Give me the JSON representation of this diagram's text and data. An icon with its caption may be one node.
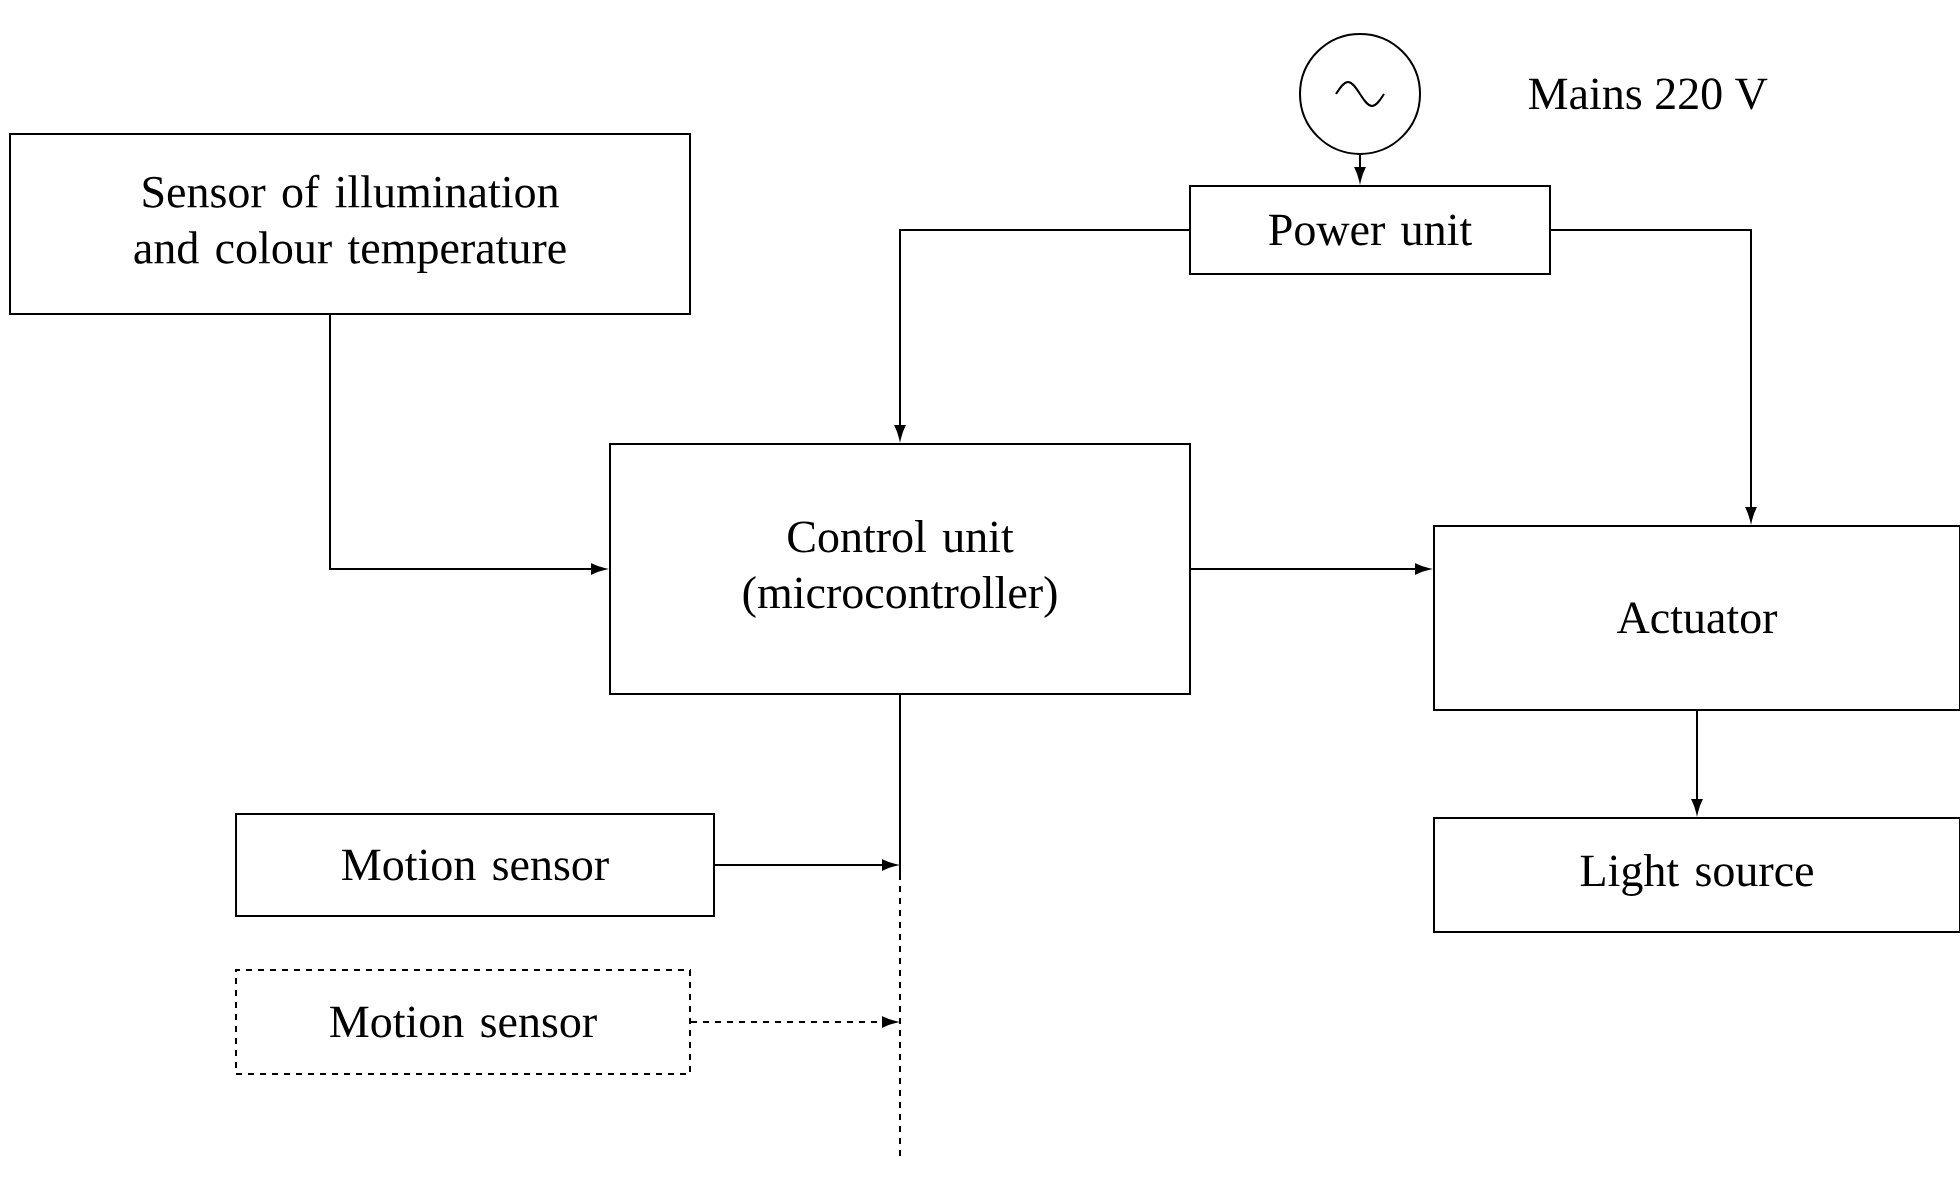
{
  "diagram": {
    "nodes": [
      {
        "text": [],
        "shape": "circle",
        "beside": [
          "Mains 220 V"
        ]
      },
      {
        "text": [
          "Sensor of illumination and colour temperature"
        ]
      },
      {
        "text": [
          "Power unit"
        ]
      },
      {
        "text": [
          "Control unit (microcontroller)"
        ]
      },
      {
        "text": [
          "Actuator"
        ]
      },
      {
        "text": [
          "Motion sensor"
        ]
      },
      {
        "text": [
          "Light source"
        ]
      },
      {
        "text": [
          "Motion sensor"
        ]
      }
    ],
    "edges": [
      {
        "from": 0,
        "to": 2,
        "arrow": "to"
      },
      {
        "from": 2,
        "to": 3,
        "arrow": "to"
      },
      {
        "from": 2,
        "to": 4,
        "arrow": "to"
      },
      {
        "from": 1,
        "to": 3,
        "arrow": "to"
      },
      {
        "from": 3,
        "to": 4,
        "arrow": "to"
      },
      {
        "from": 4,
        "to": 6,
        "arrow": "to"
      },
      {
        "from": 3,
        "to": null,
        "arrow": "none"
      },
      {
        "from": 5,
        "to": null,
        "arrow": "to"
      },
      {
        "from": 7,
        "to": null,
        "arrow": "to",
        "style": "dashed"
      }
    ]
  }
}
